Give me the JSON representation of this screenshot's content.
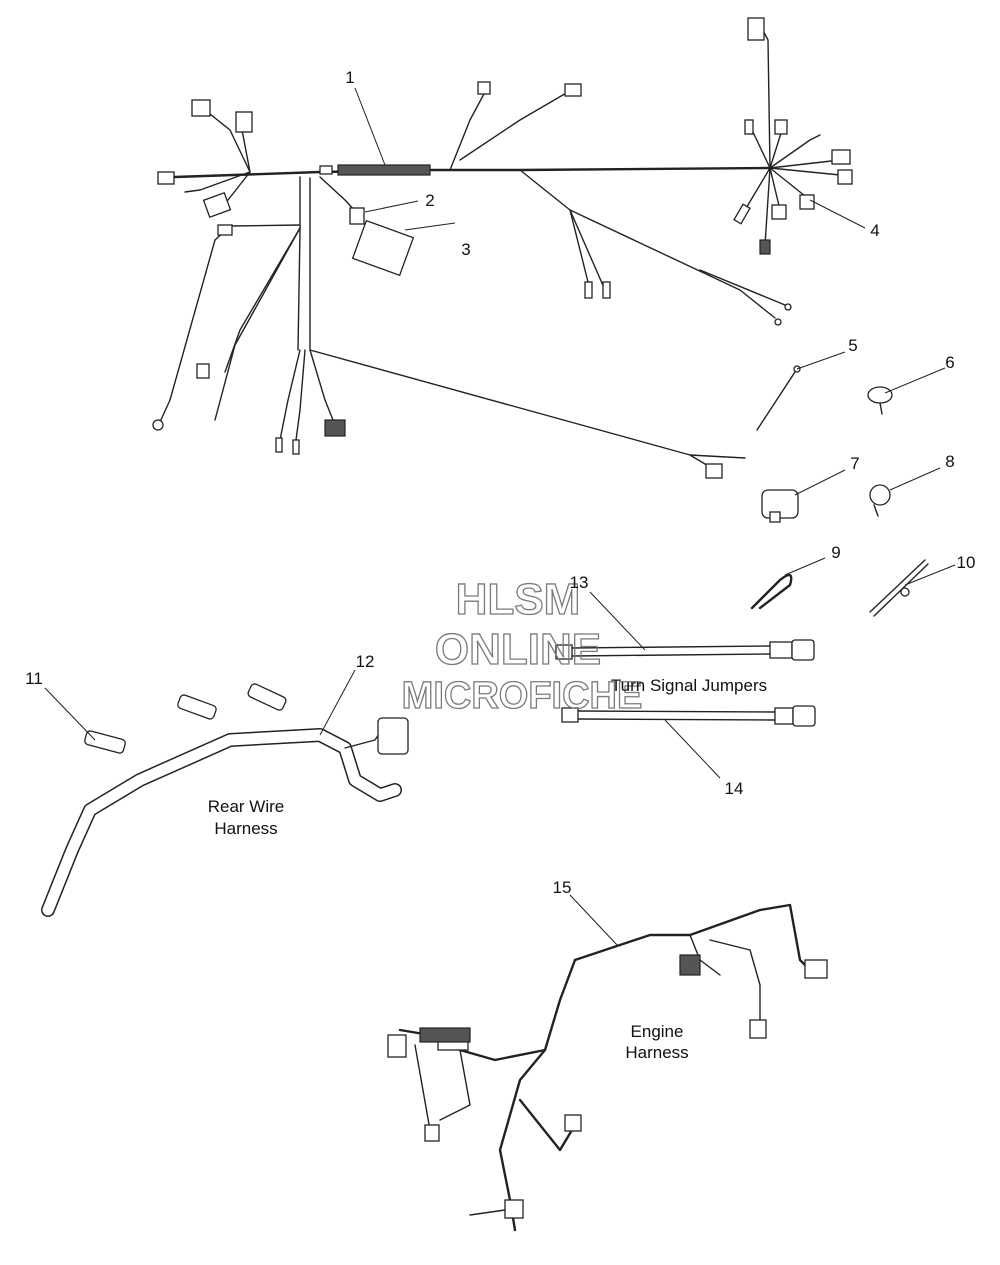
{
  "callouts": [
    "1",
    "2",
    "3",
    "4",
    "5",
    "6",
    "7",
    "8",
    "9",
    "10",
    "11",
    "12",
    "13",
    "14",
    "15"
  ],
  "captions": {
    "rear_harness": [
      "Rear Wire",
      "Harness"
    ],
    "turn_signal": "Turn Signal Jumpers",
    "engine_harness": [
      "Engine",
      "Harness"
    ]
  },
  "watermark": [
    "HLSM",
    "ONLINE",
    "MICROFICHE"
  ]
}
